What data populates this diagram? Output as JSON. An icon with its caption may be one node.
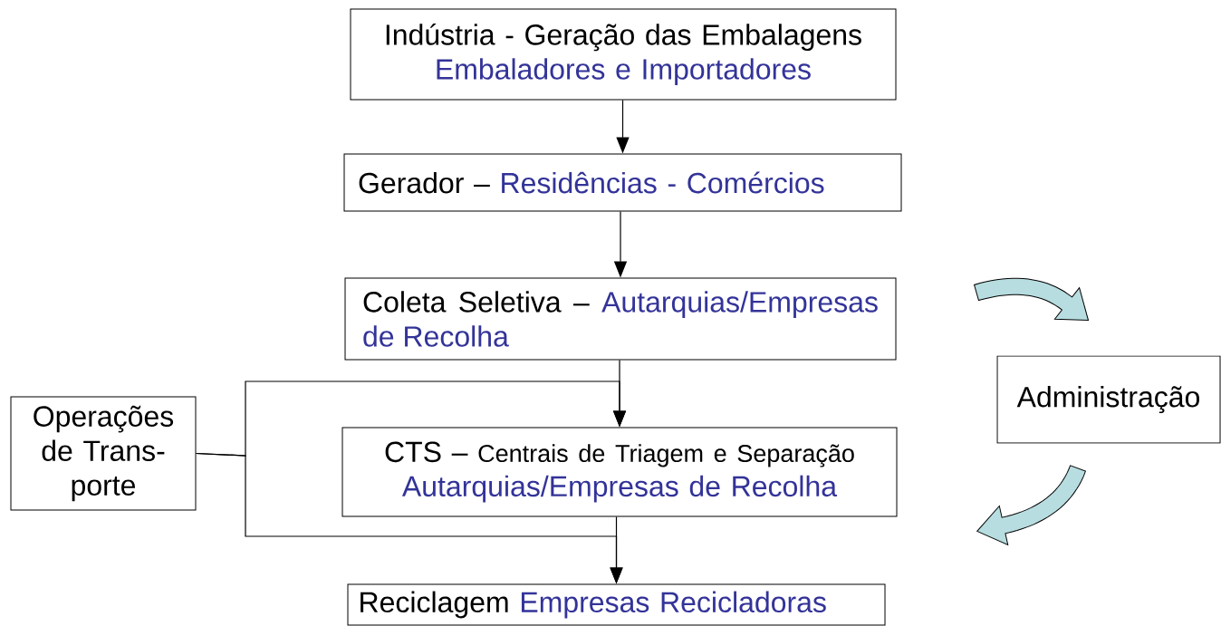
{
  "diagram": {
    "nodes": [
      {
        "text": [
          "Indústria - Geração das Embalagens",
          "Embaladores e Importadores"
        ]
      },
      {
        "text": [
          "Gerador –",
          "Residências - Comércios"
        ]
      },
      {
        "text": [
          "Coleta Seletiva –",
          "Autarquias/Empresas de Recolha"
        ]
      },
      {
        "text": [
          "CTS –",
          "Centrais de Triagem e Separação",
          "Autarquias/Empresas de Recolha"
        ]
      },
      {
        "text": [
          "Operações de Trans-porte"
        ]
      },
      {
        "text": [
          "Reciclagem",
          "Empresas Recicladoras"
        ]
      },
      {
        "text": [
          "Administração"
        ]
      }
    ],
    "edges": [
      {
        "from": 0,
        "to": 1,
        "arrow": "to"
      },
      {
        "from": 1,
        "to": 2,
        "arrow": "to"
      },
      {
        "from": 2,
        "to": 3,
        "arrow": "to"
      },
      {
        "from": 3,
        "to": 5,
        "arrow": "to"
      },
      {
        "from": 4,
        "to": 3,
        "arrow": "to"
      },
      {
        "from": 4,
        "to": 5,
        "arrow": "to"
      }
    ]
  }
}
